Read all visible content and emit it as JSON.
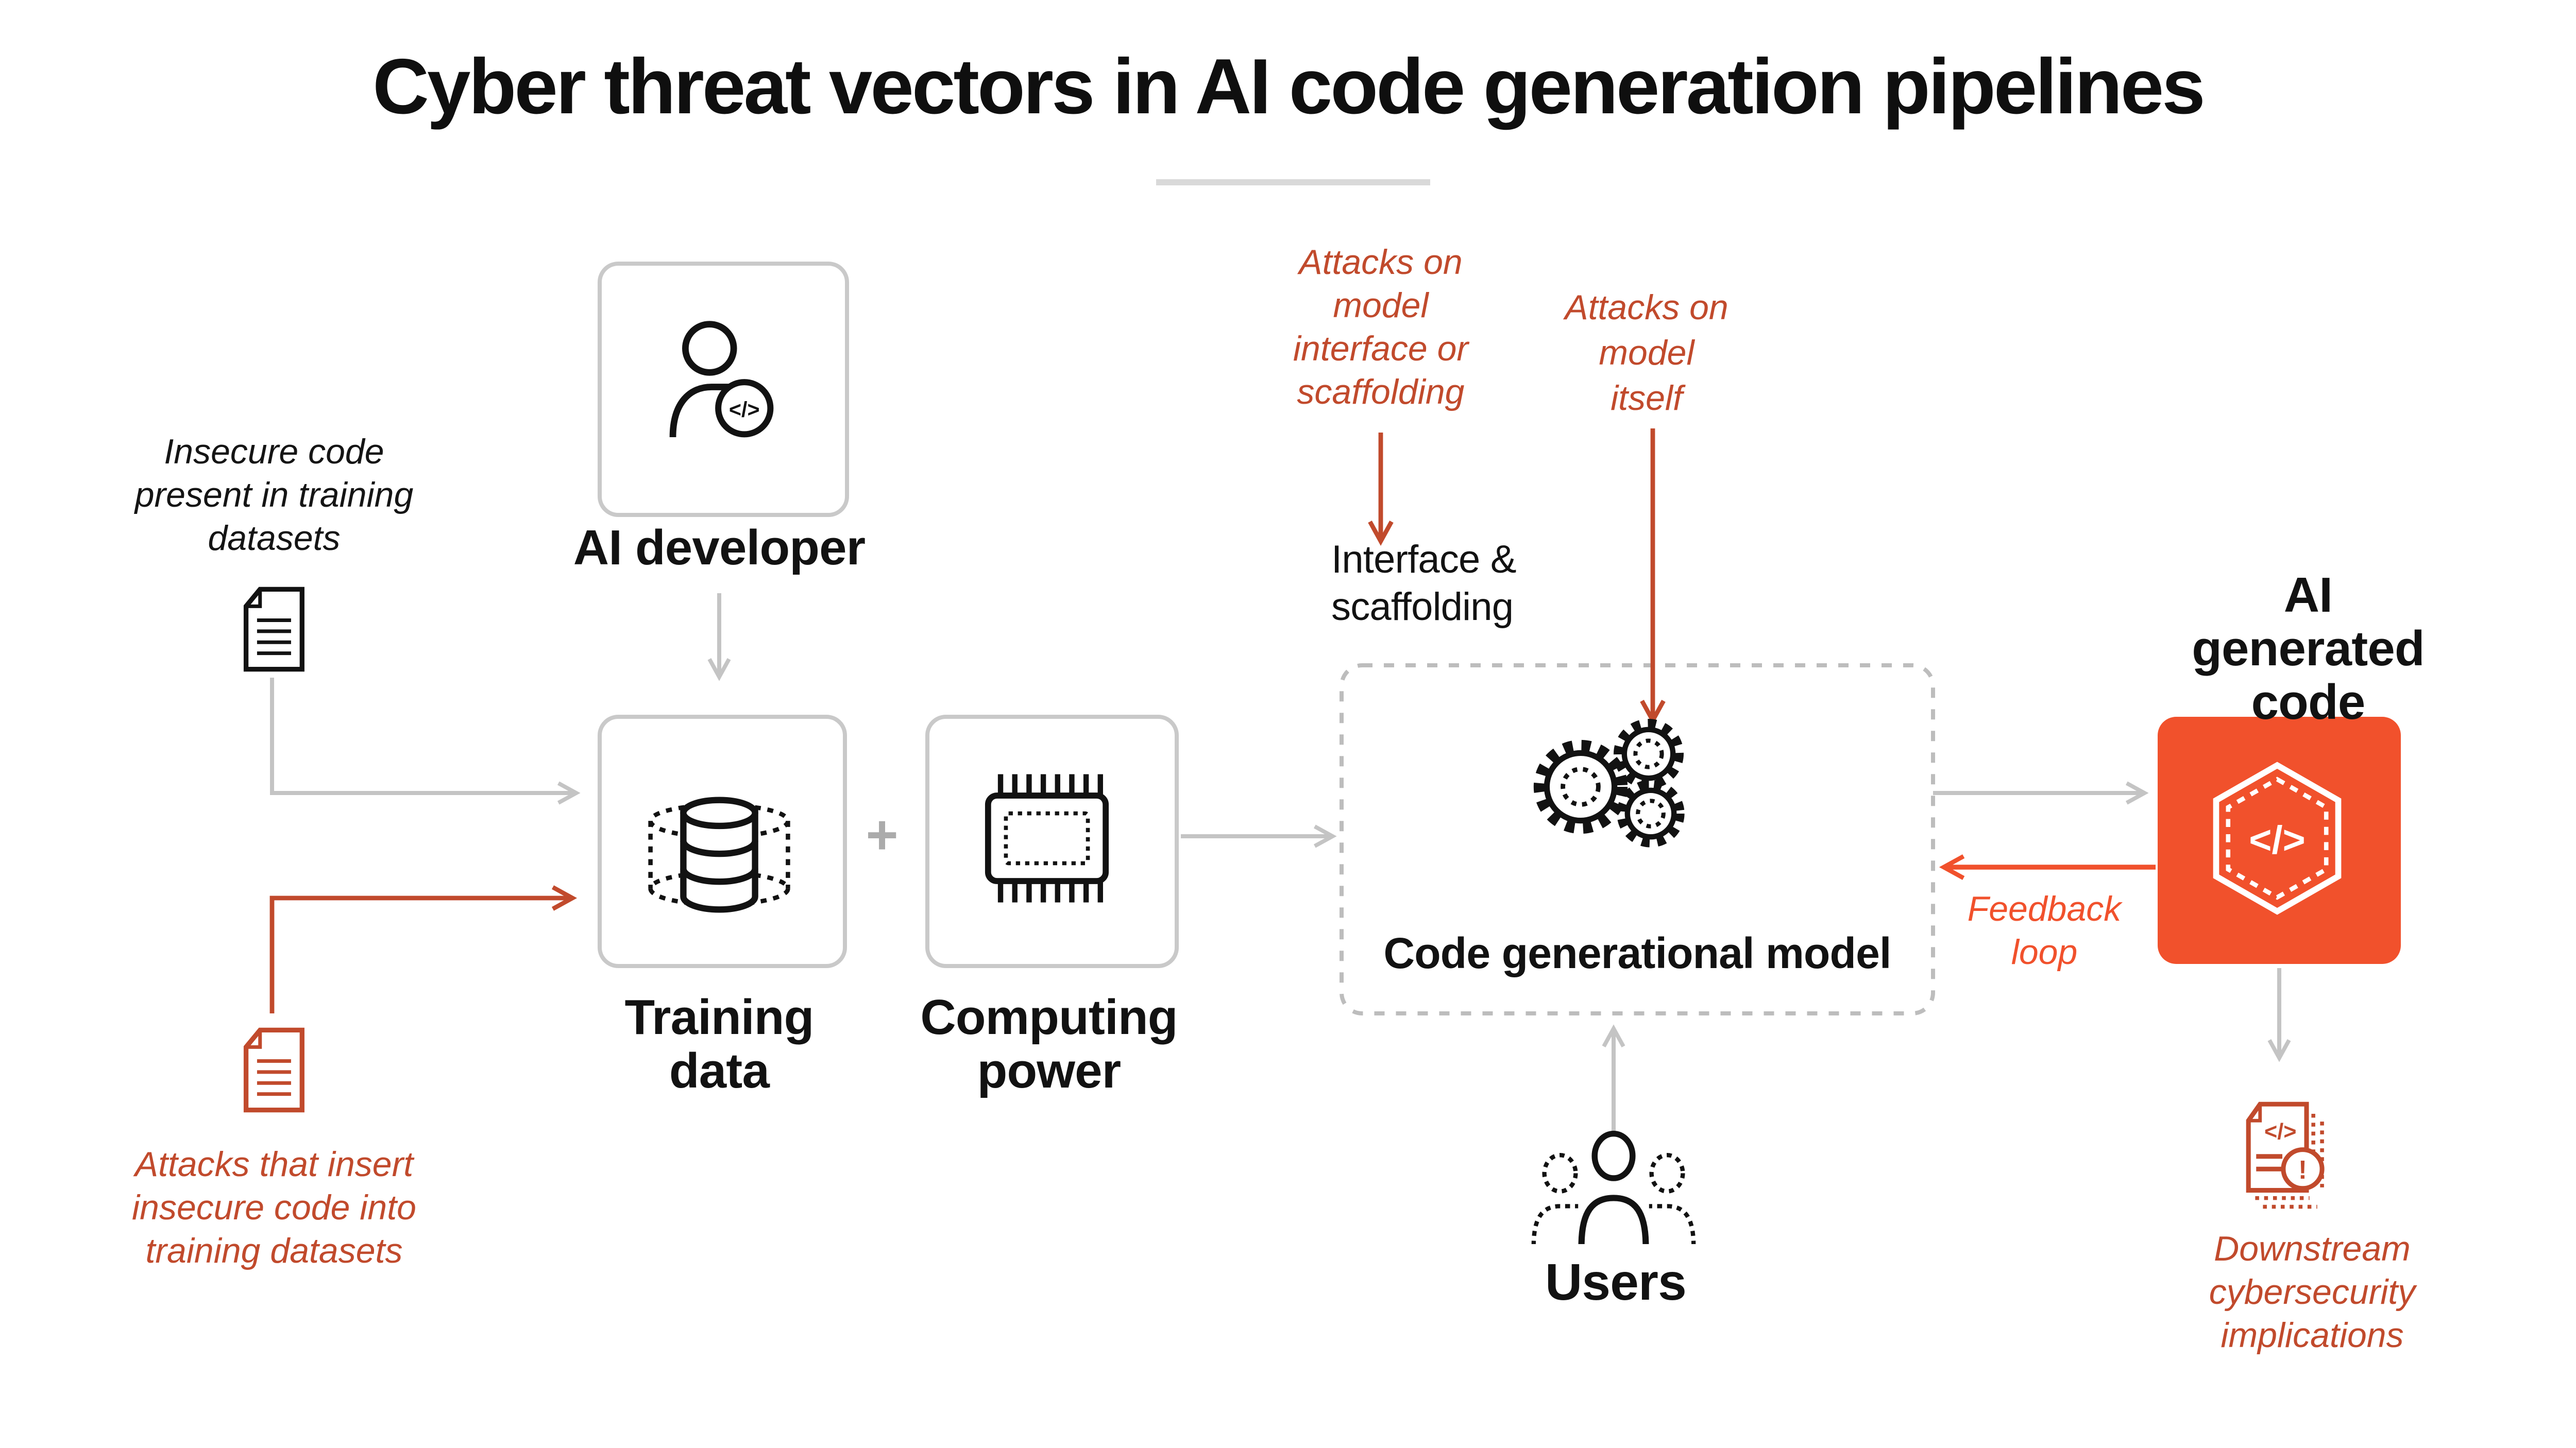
{
  "title": "Cyber threat vectors in AI code generation pipelines",
  "nodes": {
    "ai_developer": {
      "label": "AI developer"
    },
    "training_data": {
      "label": "Training\ndata"
    },
    "computing_power": {
      "label": "Computing\npower"
    },
    "code_model": {
      "label": "Code generational model"
    },
    "interface_scaffolding": {
      "label": "Interface &\nscaffolding"
    },
    "ai_generated_code": {
      "label": "AI generated\ncode"
    },
    "users": {
      "label": "Users"
    }
  },
  "annotations": {
    "insecure_code": "Insecure code\npresent in training\ndatasets",
    "attacks_insert": "Attacks that insert\ninsecure code into\ntraining datasets",
    "attacks_interface": "Attacks on\nmodel\ninterface or\nscaffolding",
    "attacks_model": "Attacks on\nmodel\nitself",
    "feedback_loop": "Feedback\nloop",
    "downstream": "Downstream\ncybersecurity\nimplications"
  },
  "glyphs": {
    "code": "</>",
    "warning": "!",
    "plus": "+"
  },
  "colors": {
    "accent_orange": "#F1512C",
    "attack_red": "#C14A2C",
    "line_gray": "#C4C4C4",
    "box_border_gray": "#C9C9C9",
    "dashed_border_gray": "#BDBDBD",
    "divider_gray": "#D9D9D9",
    "text_black": "#141414"
  }
}
